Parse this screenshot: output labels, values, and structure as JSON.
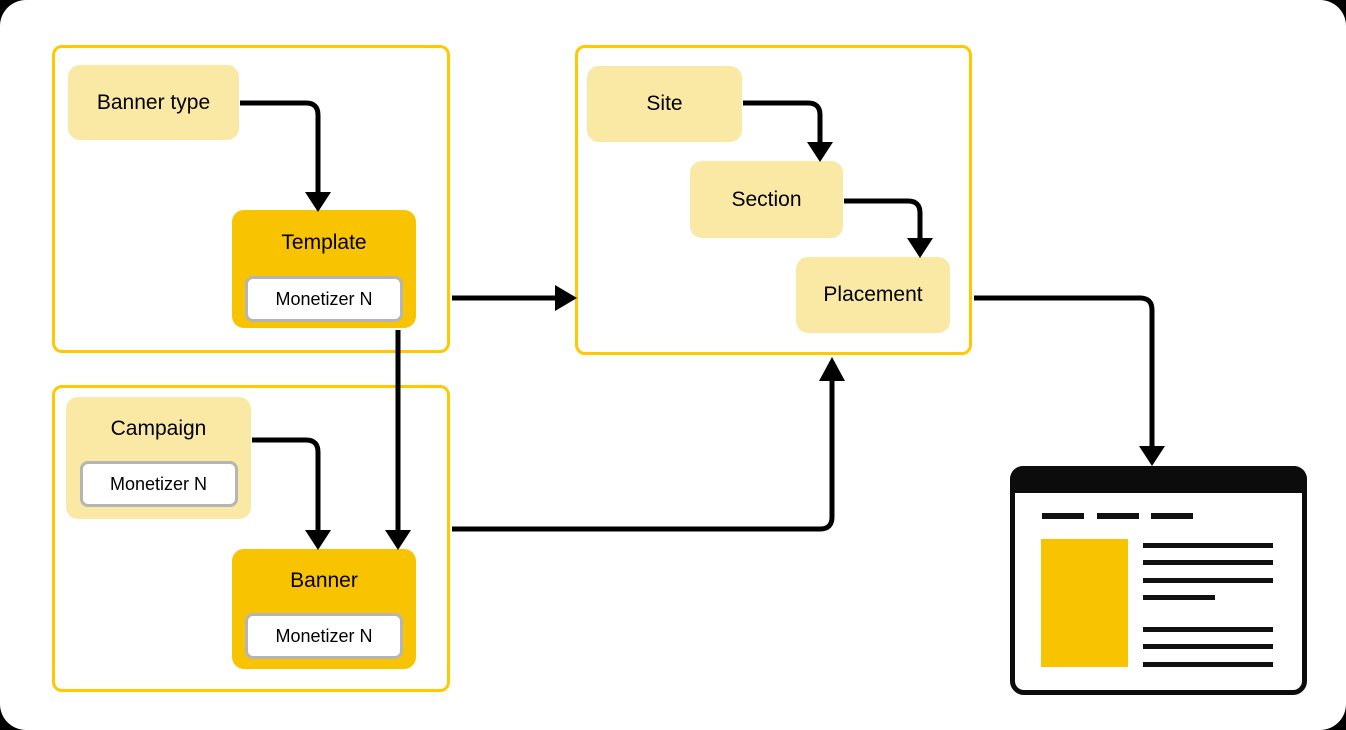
{
  "palette": {
    "page_background": "#FFFFFF",
    "backdrop": "#000000",
    "group_border": "#FFC800",
    "light_box_bg": "#FAE8A5",
    "gold_box_bg": "#F8C300",
    "monetizer_chip_bg": "#FFFFFF",
    "monetizer_chip_border": "#B5B5B5",
    "connector": "#000000",
    "browser_frame": "#0C0C0C",
    "browser_ad_fill": "#F8C300"
  },
  "nodes": {
    "banner_type": "Banner type",
    "template": "Template",
    "template_monetizer": "Monetizer N",
    "campaign": "Campaign",
    "campaign_monetizer": "Monetizer N",
    "banner": "Banner",
    "banner_monetizer": "Monetizer N",
    "site": "Site",
    "section": "Section",
    "placement": "Placement"
  },
  "icons": {
    "webpage_illustration": "webpage-with-ad-banner"
  }
}
